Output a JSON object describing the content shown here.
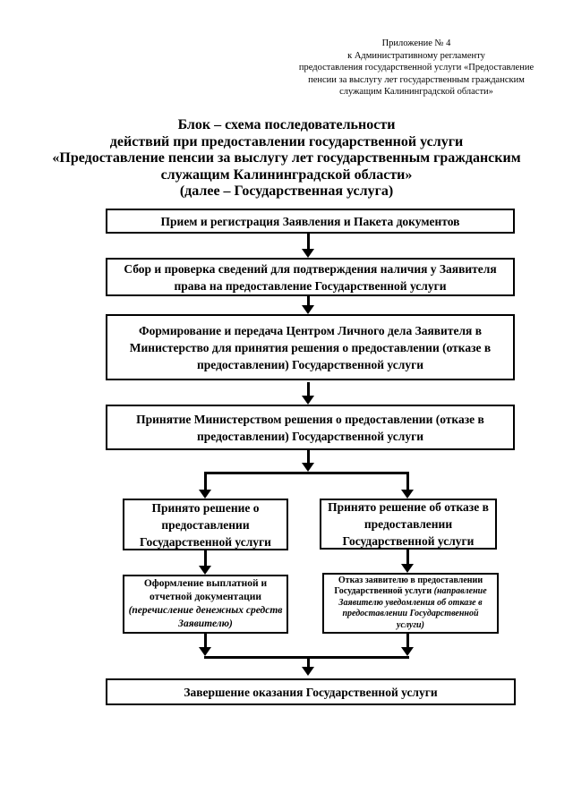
{
  "header_note": {
    "lines": [
      "Приложение № 4",
      "к Административному регламенту",
      "предоставления государственной услуги «Предоставление",
      "пенсии за выслугу лет государственным гражданским",
      "служащим Калининградской области»"
    ]
  },
  "title": {
    "lines": [
      "Блок – схема последовательности",
      "действий при предоставлении государственной услуги",
      "«Предоставление пенсии за выслугу лет государственным гражданским",
      "служащим Калининградской области»",
      "(далее – Государственная услуга)"
    ]
  },
  "flowchart": {
    "steps": {
      "step1": "Прием и регистрация Заявления и Пакета документов",
      "step2": "Сбор и проверка сведений для подтверждения наличия у Заявителя права на предоставление Государственной услуги",
      "step3": "Формирование и передача Центром Личного дела Заявителя в Министерство для принятия решения о предоставлении (отказе в предоставлении) Государственной услуги",
      "step4": "Принятие Министерством решения о предоставлении (отказе в предоставлении) Государственной услуги",
      "branch_left": "Принято решение о предоставлении Государственной услуги",
      "branch_right": "Принято решение об отказе в предоставлении Государственной услуги",
      "action_left_main": "Оформление выплатной и отчетной документации",
      "action_left_note": "(перечисление денежных средств Заявителю)",
      "action_right_main": "Отказ заявителю в предоставлении Государственной услуги",
      "action_right_note": "(направление Заявителю уведомления об отказе в предоставлении Государственной услуги)",
      "final": "Завершение оказания Государственной услуги"
    },
    "colors": {
      "line": "#000000",
      "box_border": "#000000",
      "text": "#000000",
      "background": "#ffffff"
    }
  }
}
